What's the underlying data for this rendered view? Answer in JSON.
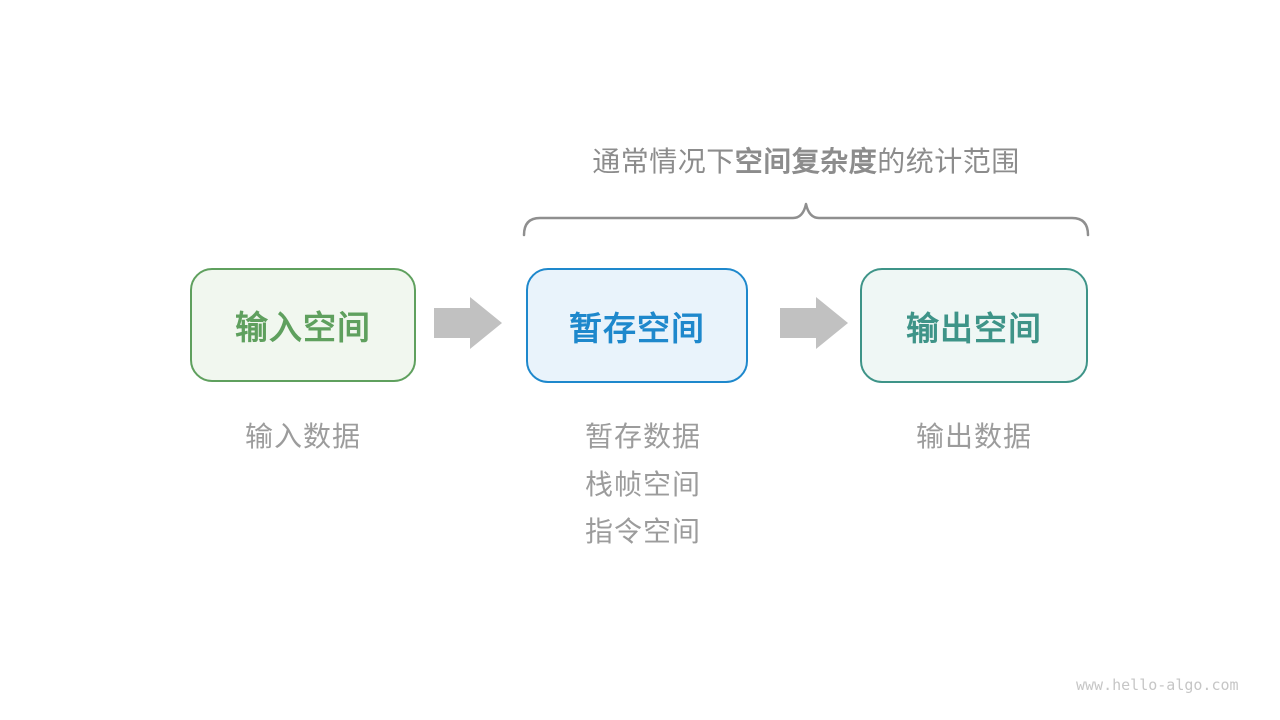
{
  "diagram": {
    "title": {
      "prefix": "通常情况下",
      "emphasis": "空间复杂度",
      "suffix": "的统计范围"
    },
    "boxes": [
      {
        "label": "输入空间",
        "border": "#5fa05e",
        "fill": "#f1f7ef",
        "text": "#5fa05e"
      },
      {
        "label": "暂存空间",
        "border": "#1e88cc",
        "fill": "#e9f3fb",
        "text": "#1e88cc"
      },
      {
        "label": "输出空间",
        "border": "#3e9488",
        "fill": "#eff7f5",
        "text": "#3e9488"
      }
    ],
    "captions": {
      "input": "输入数据",
      "temp": [
        "暂存数据",
        "栈帧空间",
        "指令空间"
      ],
      "output": "输出数据"
    },
    "watermark": "www.hello-algo.com",
    "colors": {
      "arrow": "#c1c1c1",
      "brace": "#8f8f8f",
      "title": "#8c8c8c",
      "caption": "#9c9c9c",
      "watermark": "#c6c6c6"
    }
  }
}
